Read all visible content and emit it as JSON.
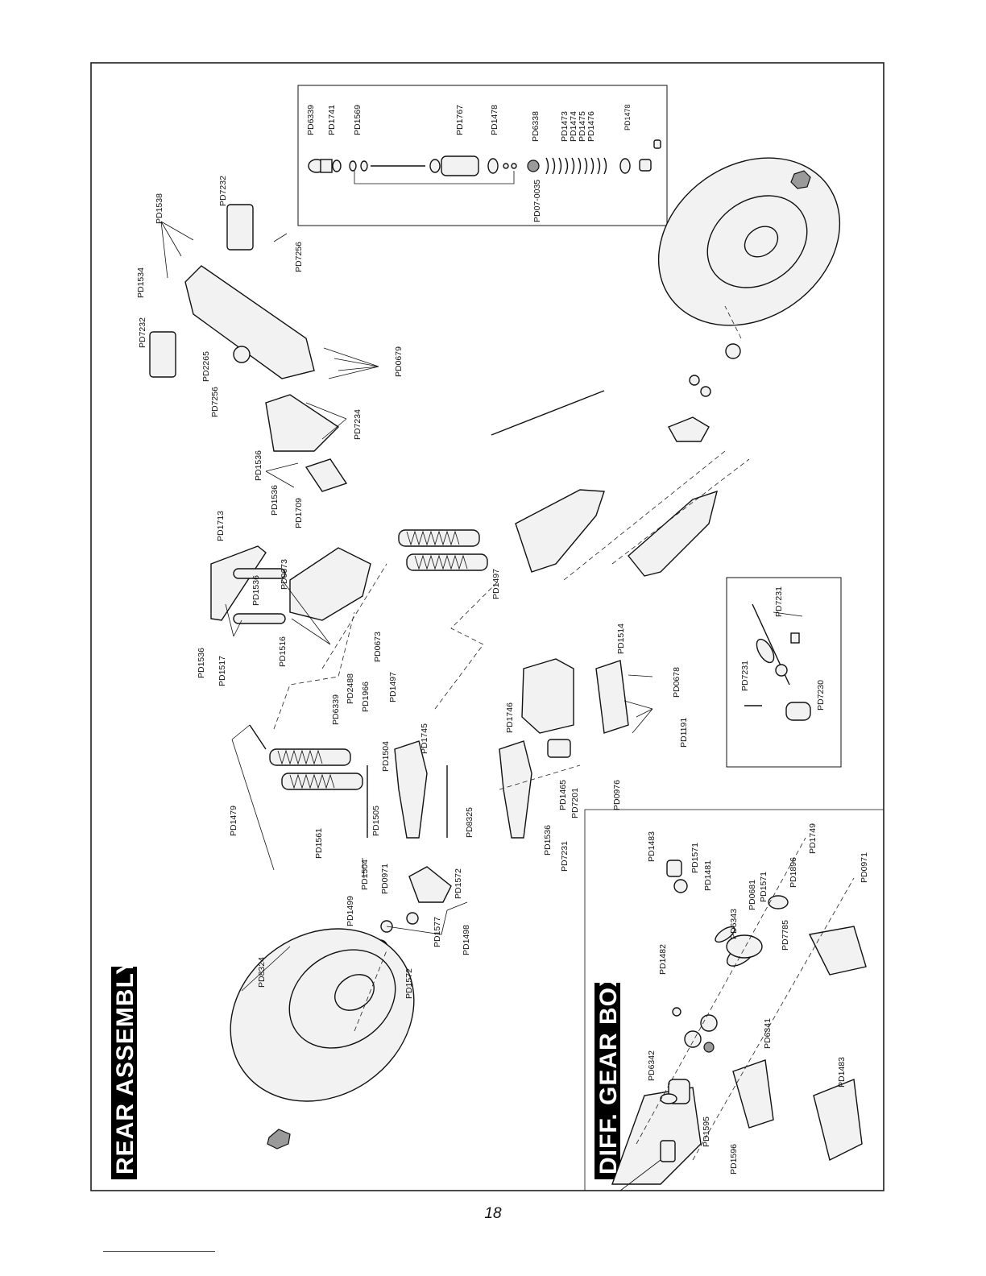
{
  "page": {
    "number": "18"
  },
  "sections": {
    "rear_title": "REAR ASSEMBLY",
    "diff_title": "DIFF. GEAR BOX"
  },
  "labels": {
    "shock": [
      "PD6339",
      "PD1741",
      "PD1569",
      "PD1767",
      "PD1478",
      "PD6338",
      "PD1473",
      "PD1474",
      "PD1475",
      "PD1476",
      "PD1478",
      "PD07-0035"
    ],
    "rear": [
      "PD7232",
      "PD1534",
      "PD1538",
      "PD7232",
      "PD7256",
      "PD2265",
      "PD7256",
      "PD0679",
      "PD7234",
      "PD1536",
      "PD1536",
      "PD1709",
      "PD1713",
      "PD1536",
      "PD0673",
      "PD1516",
      "PD0673",
      "PD1536",
      "PD1517",
      "PD1497",
      "PD1514",
      "PD0678",
      "PD1191",
      "PD1746",
      "PD1465",
      "PD0976",
      "PD7201",
      "PD7231",
      "PD1536",
      "PD8325",
      "PD1745",
      "PD1497",
      "PD2488",
      "PD1966",
      "PD6339",
      "PD1504",
      "PD1505",
      "PD1479",
      "PD1561",
      "PD1504",
      "PD0971",
      "PD1572",
      "PD1577",
      "PD1498",
      "PD1499",
      "PD1572",
      "PD8324"
    ],
    "axle_inset": [
      "PD7231",
      "PD7231",
      "PD7230"
    ],
    "diff": [
      "PD1483",
      "PD1571",
      "PD1481",
      "PD1482",
      "PD6343",
      "PD0681",
      "PD1571",
      "PD1896",
      "PD1749",
      "PD0971",
      "PD7785",
      "PD6342",
      "PD6341",
      "PD1595",
      "PD1596",
      "PD1483"
    ]
  }
}
